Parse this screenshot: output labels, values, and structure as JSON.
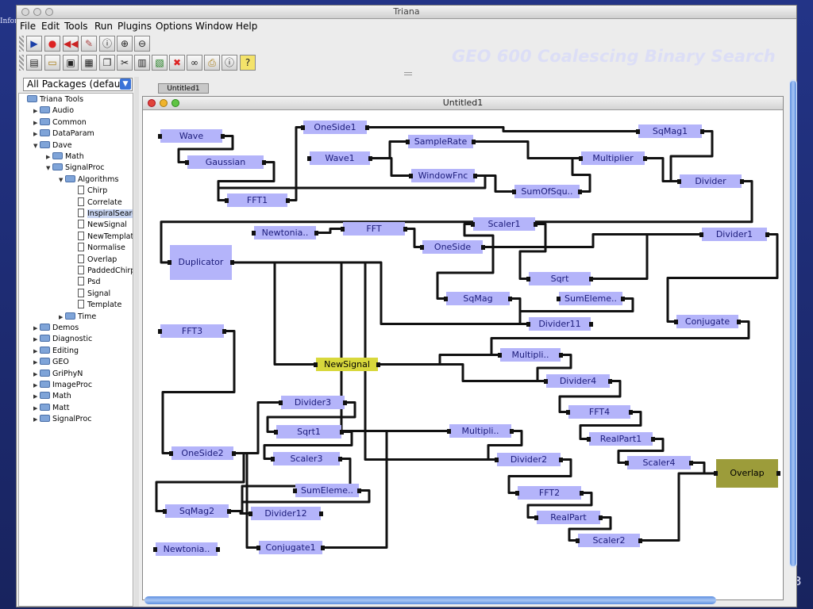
{
  "slide": {
    "title": "GEO 600 Coalescing Binary Search",
    "logo": "Infor",
    "page_number": "3"
  },
  "window": {
    "title": "Triana"
  },
  "menu": [
    "File",
    "Edit",
    "Tools",
    "Run",
    "Plugins",
    "Options",
    "Window",
    "Help"
  ],
  "toolbar1": [
    "play-icon",
    "stop-icon",
    "rewind-icon",
    "wand-icon",
    "info-icon",
    "zoom-in-icon",
    "zoom-out-icon"
  ],
  "toolbar2": [
    "new-icon",
    "open-icon",
    "save-icon",
    "save-as-icon",
    "copy-icon",
    "cut-icon",
    "paste-icon",
    "paste-into-icon",
    "delete-icon",
    "find-icon",
    "print-icon",
    "about-icon",
    "help-icon"
  ],
  "package_selector": {
    "value": "All Packages (default)"
  },
  "tree": [
    {
      "label": "Triana Tools",
      "level": 0,
      "kind": "folder",
      "tw": ""
    },
    {
      "label": "Audio",
      "level": 1,
      "kind": "folder",
      "tw": "▶"
    },
    {
      "label": "Common",
      "level": 1,
      "kind": "folder",
      "tw": "▶"
    },
    {
      "label": "DataParam",
      "level": 1,
      "kind": "folder",
      "tw": "▶"
    },
    {
      "label": "Dave",
      "level": 1,
      "kind": "folder",
      "tw": "▼"
    },
    {
      "label": "Math",
      "level": 2,
      "kind": "folder",
      "tw": "▶"
    },
    {
      "label": "SignalProc",
      "level": 2,
      "kind": "folder",
      "tw": "▼"
    },
    {
      "label": "Algorithms",
      "level": 3,
      "kind": "folder",
      "tw": "▼"
    },
    {
      "label": "Chirp",
      "level": 4,
      "kind": "unit",
      "tw": ""
    },
    {
      "label": "Correlate",
      "level": 4,
      "kind": "unit",
      "tw": ""
    },
    {
      "label": "InspiralSearch",
      "level": 4,
      "kind": "unit",
      "tw": "",
      "selected": true
    },
    {
      "label": "NewSignal",
      "level": 4,
      "kind": "unit",
      "tw": ""
    },
    {
      "label": "NewTemplate",
      "level": 4,
      "kind": "unit",
      "tw": ""
    },
    {
      "label": "Normalise",
      "level": 4,
      "kind": "unit",
      "tw": ""
    },
    {
      "label": "Overlap",
      "level": 4,
      "kind": "unit",
      "tw": ""
    },
    {
      "label": "PaddedChirp",
      "level": 4,
      "kind": "unit",
      "tw": ""
    },
    {
      "label": "Psd",
      "level": 4,
      "kind": "unit",
      "tw": ""
    },
    {
      "label": "Signal",
      "level": 4,
      "kind": "unit",
      "tw": ""
    },
    {
      "label": "Template",
      "level": 4,
      "kind": "unit",
      "tw": ""
    },
    {
      "label": "Time",
      "level": 3,
      "kind": "folder",
      "tw": "▶"
    },
    {
      "label": "Demos",
      "level": 1,
      "kind": "folder",
      "tw": "▶"
    },
    {
      "label": "Diagnostic",
      "level": 1,
      "kind": "folder",
      "tw": "▶"
    },
    {
      "label": "Editing",
      "level": 1,
      "kind": "folder",
      "tw": "▶"
    },
    {
      "label": "GEO",
      "level": 1,
      "kind": "folder",
      "tw": "▶"
    },
    {
      "label": "GriPhyN",
      "level": 1,
      "kind": "folder",
      "tw": "▶"
    },
    {
      "label": "ImageProc",
      "level": 1,
      "kind": "folder",
      "tw": "▶"
    },
    {
      "label": "Math",
      "level": 1,
      "kind": "folder",
      "tw": "▶"
    },
    {
      "label": "Matt",
      "level": 1,
      "kind": "folder",
      "tw": "▶"
    },
    {
      "label": "SignalProc",
      "level": 1,
      "kind": "folder",
      "tw": "▶"
    }
  ],
  "workspace": {
    "tab_label": "Untitled1",
    "inner_title": "Untitled1"
  },
  "units": [
    {
      "id": "wave",
      "label": "Wave",
      "style": "normal"
    },
    {
      "id": "gaussian",
      "label": "Gaussian",
      "style": "normal"
    },
    {
      "id": "fft1",
      "label": "FFT1",
      "style": "normal"
    },
    {
      "id": "oneside1",
      "label": "OneSide1",
      "style": "normal"
    },
    {
      "id": "samplerate",
      "label": "SampleRate",
      "style": "normal"
    },
    {
      "id": "wave1",
      "label": "Wave1",
      "style": "normal"
    },
    {
      "id": "windowfnc",
      "label": "WindowFnc",
      "style": "normal"
    },
    {
      "id": "sumofsqu",
      "label": "SumOfSqu..",
      "style": "normal"
    },
    {
      "id": "multiplier",
      "label": "Multiplier",
      "style": "normal"
    },
    {
      "id": "sqmag1",
      "label": "SqMag1",
      "style": "normal"
    },
    {
      "id": "divider",
      "label": "Divider",
      "style": "normal"
    },
    {
      "id": "newtonia1",
      "label": "Newtonia..",
      "style": "normal"
    },
    {
      "id": "fft",
      "label": "FFT",
      "style": "normal"
    },
    {
      "id": "scaler1",
      "label": "Scaler1",
      "style": "normal"
    },
    {
      "id": "oneside",
      "label": "OneSide",
      "style": "normal"
    },
    {
      "id": "divider1",
      "label": "Divider1",
      "style": "normal"
    },
    {
      "id": "duplicator",
      "label": "Duplicator",
      "style": "big"
    },
    {
      "id": "sqrt",
      "label": "Sqrt",
      "style": "normal"
    },
    {
      "id": "sqmag",
      "label": "SqMag",
      "style": "normal"
    },
    {
      "id": "sumeleme1",
      "label": "SumEleme..",
      "style": "normal"
    },
    {
      "id": "divider11",
      "label": "Divider11",
      "style": "normal"
    },
    {
      "id": "conjugate",
      "label": "Conjugate",
      "style": "normal"
    },
    {
      "id": "fft3",
      "label": "FFT3",
      "style": "normal"
    },
    {
      "id": "multipli1",
      "label": "Multipli..",
      "style": "normal"
    },
    {
      "id": "newsignal",
      "label": "NewSignal",
      "style": "highlight"
    },
    {
      "id": "divider4",
      "label": "Divider4",
      "style": "normal"
    },
    {
      "id": "divider3",
      "label": "Divider3",
      "style": "normal"
    },
    {
      "id": "fft4",
      "label": "FFT4",
      "style": "normal"
    },
    {
      "id": "sqrt1",
      "label": "Sqrt1",
      "style": "normal"
    },
    {
      "id": "multipli2",
      "label": "Multipli..",
      "style": "normal"
    },
    {
      "id": "realpart1",
      "label": "RealPart1",
      "style": "normal"
    },
    {
      "id": "oneside2",
      "label": "OneSide2",
      "style": "normal"
    },
    {
      "id": "scaler3",
      "label": "Scaler3",
      "style": "normal"
    },
    {
      "id": "divider2",
      "label": "Divider2",
      "style": "normal"
    },
    {
      "id": "scaler4",
      "label": "Scaler4",
      "style": "normal"
    },
    {
      "id": "overlap",
      "label": "Overlap",
      "style": "overlap"
    },
    {
      "id": "sumeleme2",
      "label": "SumEleme..",
      "style": "normal"
    },
    {
      "id": "fft2",
      "label": "FFT2",
      "style": "normal"
    },
    {
      "id": "sqmag2",
      "label": "SqMag2",
      "style": "normal"
    },
    {
      "id": "divider12",
      "label": "Divider12",
      "style": "normal"
    },
    {
      "id": "realpart",
      "label": "RealPart",
      "style": "normal"
    },
    {
      "id": "scaler2",
      "label": "Scaler2",
      "style": "normal"
    },
    {
      "id": "newtonia2",
      "label": "Newtonia..",
      "style": "normal"
    },
    {
      "id": "conjugate1",
      "label": "Conjugate1",
      "style": "normal"
    }
  ]
}
